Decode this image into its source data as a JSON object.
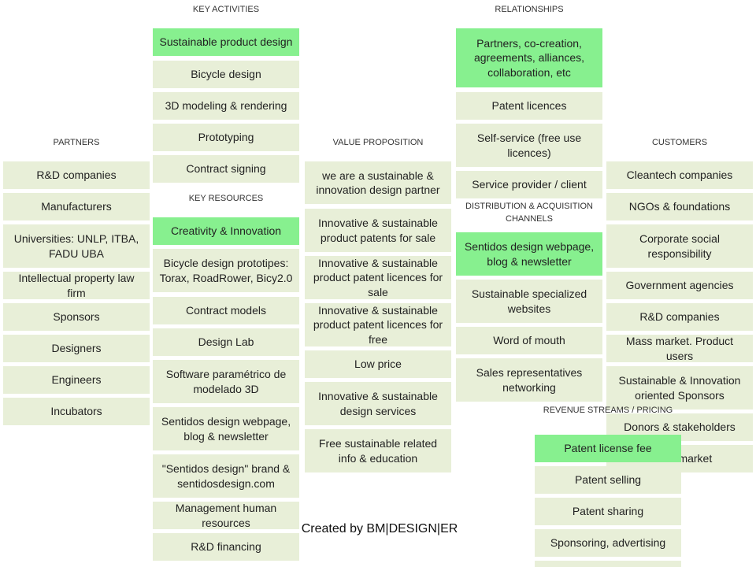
{
  "headers": {
    "key_activities": "KEY ACTIVITIES",
    "relationships": "RELATIONSHIPS",
    "partners": "PARTNERS",
    "value_proposition": "VALUE PROPOSITION",
    "customers": "CUSTOMERS",
    "key_resources": "KEY RESOURCES",
    "channels": "DISTRIBUTION  &  ACQUISITION  CHANNELS",
    "revenue": "REVENUE  STREAMS  / PRICING"
  },
  "highlight_color": "#87f08f",
  "box_color": "#e8efd8",
  "partners": [
    "R&D companies",
    "Manufacturers",
    "Universities: UNLP, ITBA,  FADU UBA",
    "Intellectual property law firm",
    "Sponsors",
    "Designers",
    "Engineers",
    "Incubators"
  ],
  "key_activities": [
    "Sustainable product design",
    "Bicycle design",
    "3D modeling & rendering",
    "Prototyping",
    "Contract signing"
  ],
  "key_resources": [
    "Creativity & Innovation",
    "Bicycle design prototipes: Torax, RoadRower, Bicy2.0",
    "Contract models",
    "Design Lab",
    "Software paramétrico de modelado 3D",
    "Sentidos design webpage, blog & newsletter",
    "\"Sentidos design\" brand & sentidosdesign.com",
    "Management human resources",
    "R&D financing"
  ],
  "value_proposition": [
    "we are a sustainable & innovation design partner",
    "Innovative & sustainable product patents for sale",
    "Innovative & sustainable product patent licences for sale",
    "Innovative & sustainable product patent licences for free",
    "Low price",
    "Innovative & sustainable design services",
    "Free sustainable related info & education"
  ],
  "relationships": [
    "Partners, co-creation, agreements, alliances, collaboration, etc",
    "Patent licences",
    "Self-service (free use licences)",
    "Service provider / client"
  ],
  "channels": [
    "Sentidos design webpage, blog & newsletter",
    "Sustainable specialized websites",
    "Word of mouth",
    "Sales representatives networking"
  ],
  "customers": [
    "Cleantech companies",
    "NGOs & foundations",
    "Corporate social responsibility",
    "Government agencies",
    "R&D companies",
    "Mass market. Product users",
    "Sustainable & Innovation oriented Sponsors",
    "Donors & stakeholders",
    "Niche market"
  ],
  "revenue": [
    "Patent license fee",
    "Patent selling",
    "Patent sharing",
    "Sponsoring, advertising",
    ""
  ],
  "credit": "Created by BM|DESIGN|ER"
}
